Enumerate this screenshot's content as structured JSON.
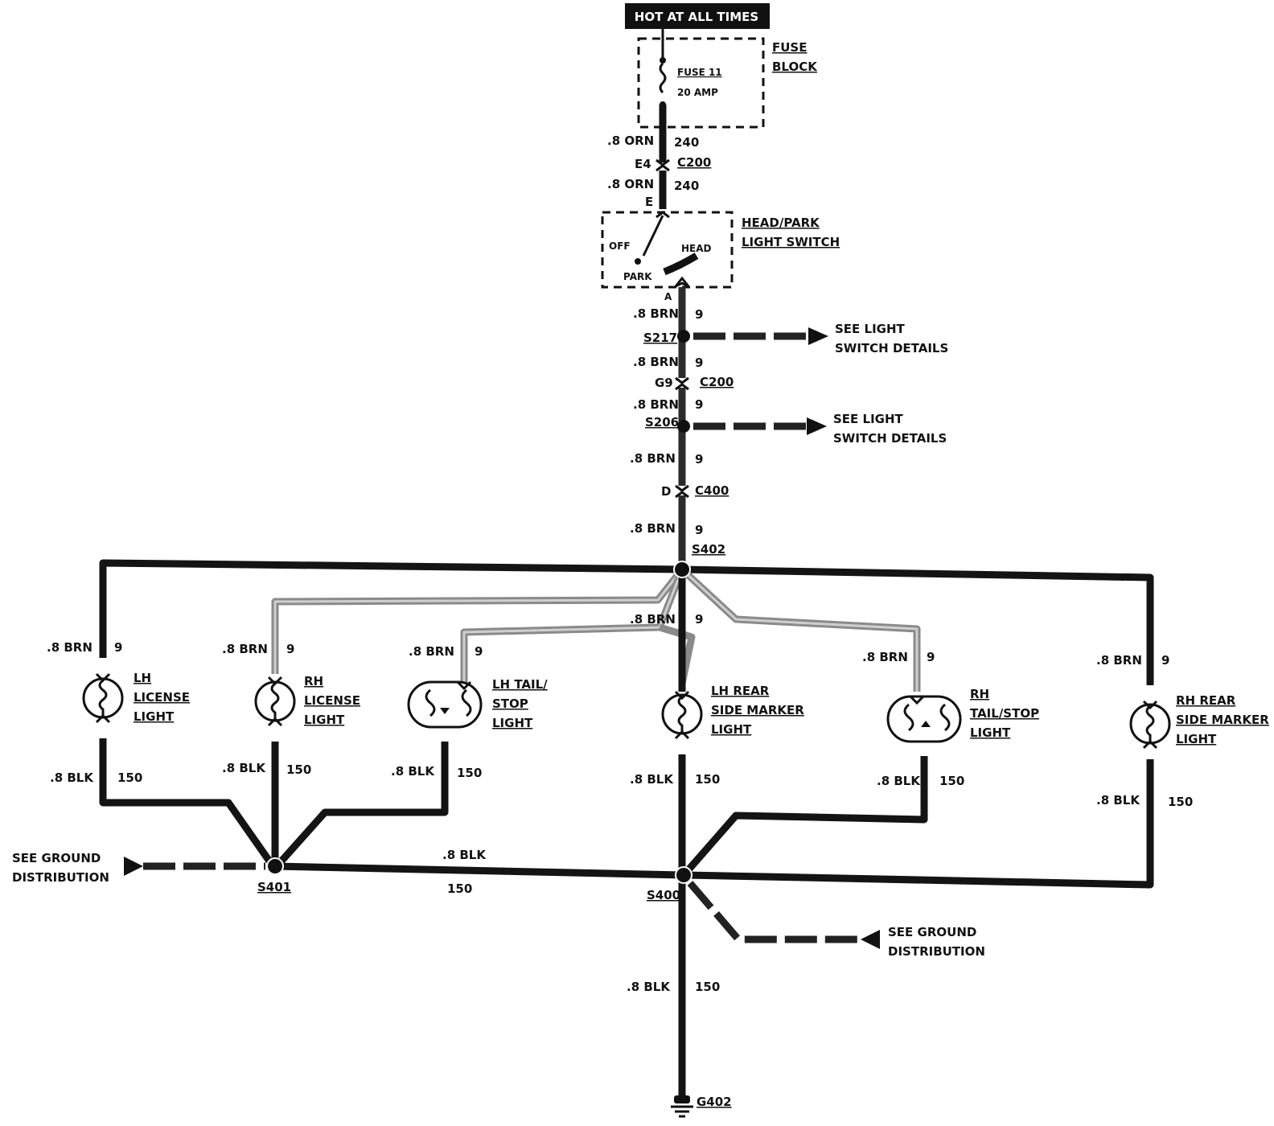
{
  "header": {
    "hot_label": "HOT AT ALL TIMES"
  },
  "fuse_block": {
    "label_line1": "FUSE",
    "label_line2": "BLOCK",
    "fuse_name": "FUSE 11",
    "fuse_rating": "20 AMP"
  },
  "switch": {
    "label_line1": "HEAD/PARK",
    "label_line2": "LIGHT SWITCH",
    "pos_off": "OFF",
    "pos_head": "HEAD",
    "pos_park": "PARK",
    "term_in": "E",
    "term_out": "A"
  },
  "wires": {
    "orn_size": ".8 ORN",
    "orn_circuit": "240",
    "brn_size": ".8 BRN",
    "brn_circuit": "9",
    "blk_size": ".8 BLK",
    "blk_circuit": "150"
  },
  "connectors": {
    "c200": "C200",
    "c200_pin_upper": "E4",
    "c200_pin_lower": "G9",
    "c400": "C400",
    "c400_pin": "D"
  },
  "splices": {
    "s217": "S217",
    "s206": "S206",
    "s402": "S402",
    "s401": "S401",
    "s400": "S400"
  },
  "refs": {
    "see_light_line1": "SEE LIGHT",
    "see_light_line2": "SWITCH DETAILS",
    "see_ground_line1": "SEE GROUND",
    "see_ground_line2": "DISTRIBUTION"
  },
  "ground": {
    "g402": "G402"
  },
  "lamps": {
    "lh_license": [
      "LH",
      "LICENSE",
      "LIGHT"
    ],
    "rh_license": [
      "RH",
      "LICENSE",
      "LIGHT"
    ],
    "lh_tail": [
      "LH TAIL/",
      "STOP",
      "LIGHT"
    ],
    "lh_rear_marker": [
      "LH REAR",
      "SIDE MARKER",
      "LIGHT"
    ],
    "rh_tail": [
      "RH",
      "TAIL/STOP",
      "LIGHT"
    ],
    "rh_rear_marker": [
      "RH REAR",
      "SIDE MARKER",
      "LIGHT"
    ]
  }
}
